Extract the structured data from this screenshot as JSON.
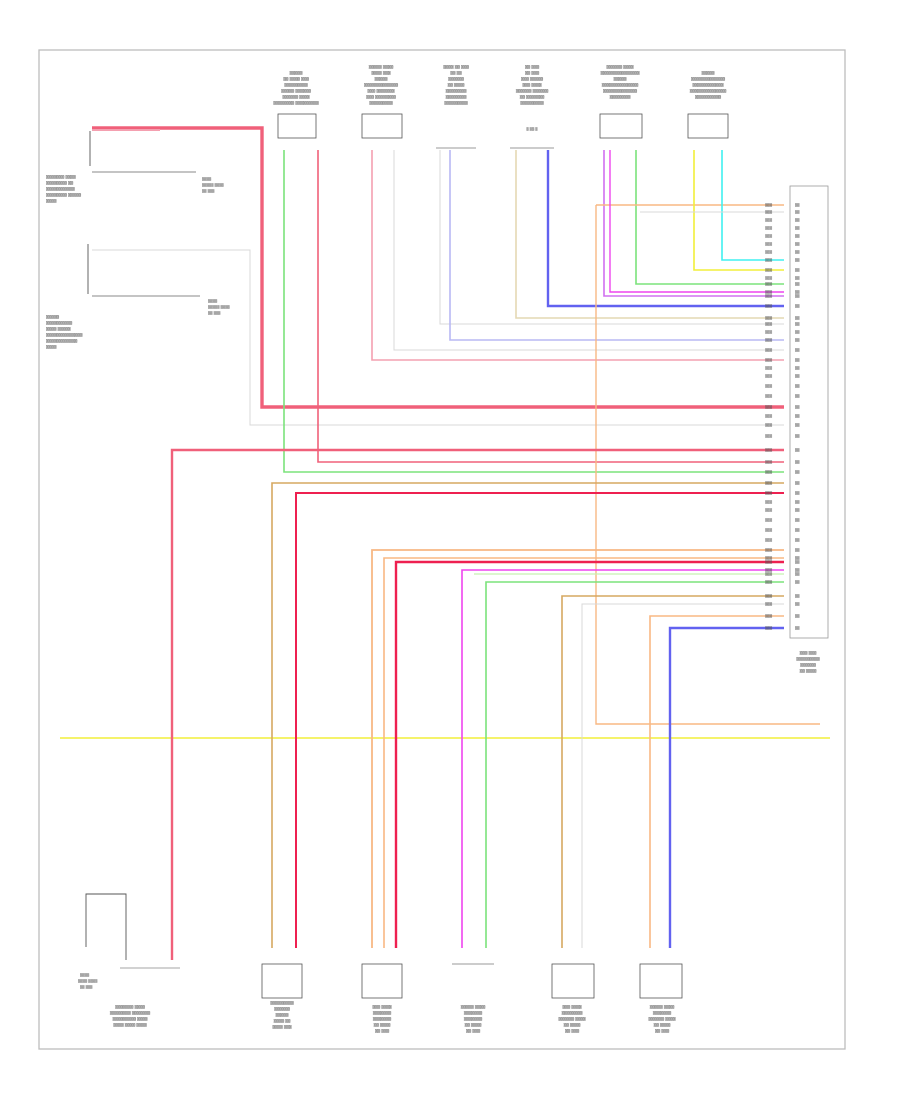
{
  "diagram": {
    "footer_code": "",
    "wire_colors": {
      "red": "#f0607a",
      "pink": "#f4a0b0",
      "green": "#7be37b",
      "yellow": "#f2ef3a",
      "blue": "#6262f0",
      "lightblue": "#b8b8f4",
      "magenta": "#ee44ee",
      "violet": "#d070f0",
      "orange": "#f8b884",
      "tan": "#d6a860",
      "beige": "#e4d8b4",
      "gray": "#d8d8d8",
      "cyan": "#40f0f0",
      "brightred": "#ee2050"
    },
    "top_components": [
      {
        "id": "c1",
        "label": ""
      },
      {
        "id": "c2",
        "label": ""
      },
      {
        "id": "c3",
        "label": ""
      },
      {
        "id": "c4",
        "label": ""
      },
      {
        "id": "c5",
        "label": ""
      },
      {
        "id": "c6",
        "label": ""
      }
    ],
    "bottom_components": [
      {
        "id": "b1",
        "label": ""
      },
      {
        "id": "b2",
        "label": ""
      },
      {
        "id": "b3",
        "label": ""
      },
      {
        "id": "b4",
        "label": ""
      },
      {
        "id": "b5",
        "label": ""
      }
    ],
    "connector_block_label": ""
  }
}
